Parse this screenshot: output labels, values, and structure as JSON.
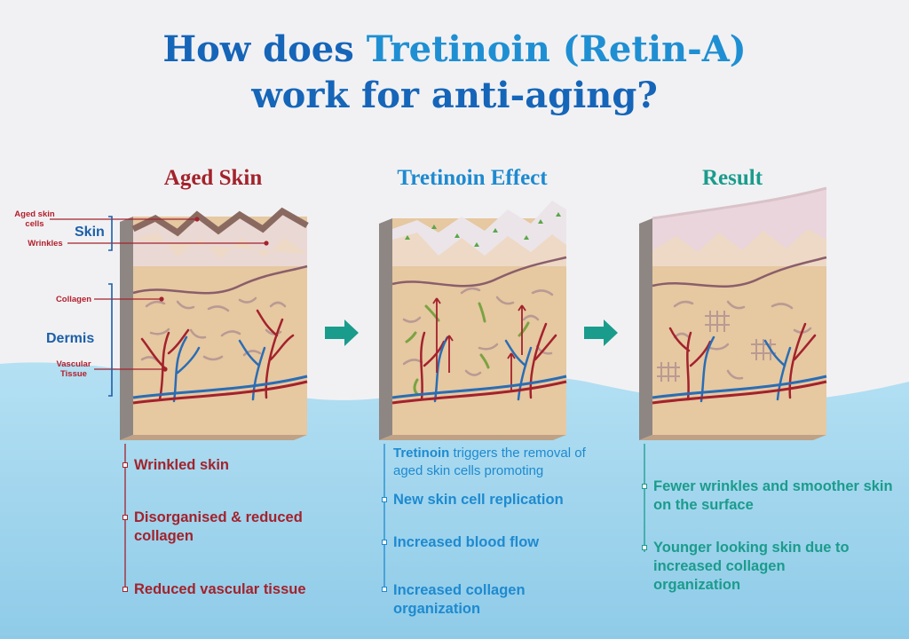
{
  "title": {
    "line1_prefix": "How does ",
    "line1_highlight": "Tretinoin (Retin-A)",
    "line2": "work for anti-aging?"
  },
  "panels": [
    {
      "heading": "Aged Skin",
      "labels": {
        "aged_skin_cells": "Aged skin cells",
        "wrinkles": "Wrinkles",
        "skin": "Skin",
        "collagen": "Collagen",
        "dermis": "Dermis",
        "vascular_tissue": "Vascular Tissue"
      },
      "bullets": [
        "Wrinkled skin",
        "Disorganised & reduced collagen",
        "Reduced vascular tissue"
      ]
    },
    {
      "heading": "Tretinoin Effect",
      "intro_bold": "Tretinoin",
      "intro_rest": " triggers the removal of aged skin cells promoting",
      "bullets": [
        "New skin cell replication",
        "Increased blood flow",
        "Increased collagen organization"
      ]
    },
    {
      "heading": "Result",
      "bullets": [
        "Fewer wrinkles and smoother skin on the surface",
        "Younger looking skin due to increased collagen organization"
      ]
    }
  ],
  "colors": {
    "title": "#1565b9",
    "title_highlight": "#1f8fd3",
    "aged": "#a3222c",
    "effect": "#1e8ad0",
    "result": "#1a9c8c",
    "water": "#a9d9ef",
    "tissue": "#e6c8a1"
  }
}
